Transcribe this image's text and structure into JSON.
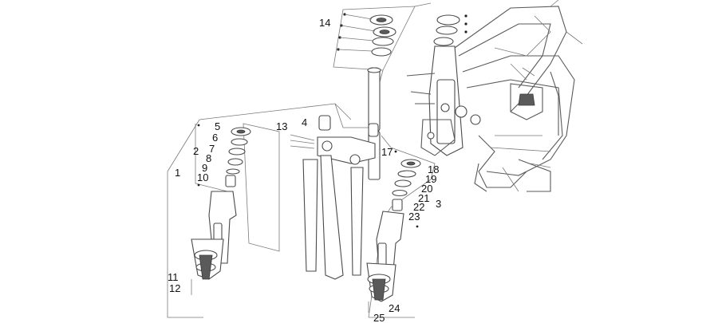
{
  "diagram": {
    "callouts": [
      "1",
      "2",
      "3",
      "4",
      "5",
      "6",
      "7",
      "8",
      "9",
      "10",
      "11",
      "12",
      "13",
      "14",
      "17",
      "18",
      "19",
      "20",
      "21",
      "22",
      "23",
      "24",
      "25"
    ]
  }
}
